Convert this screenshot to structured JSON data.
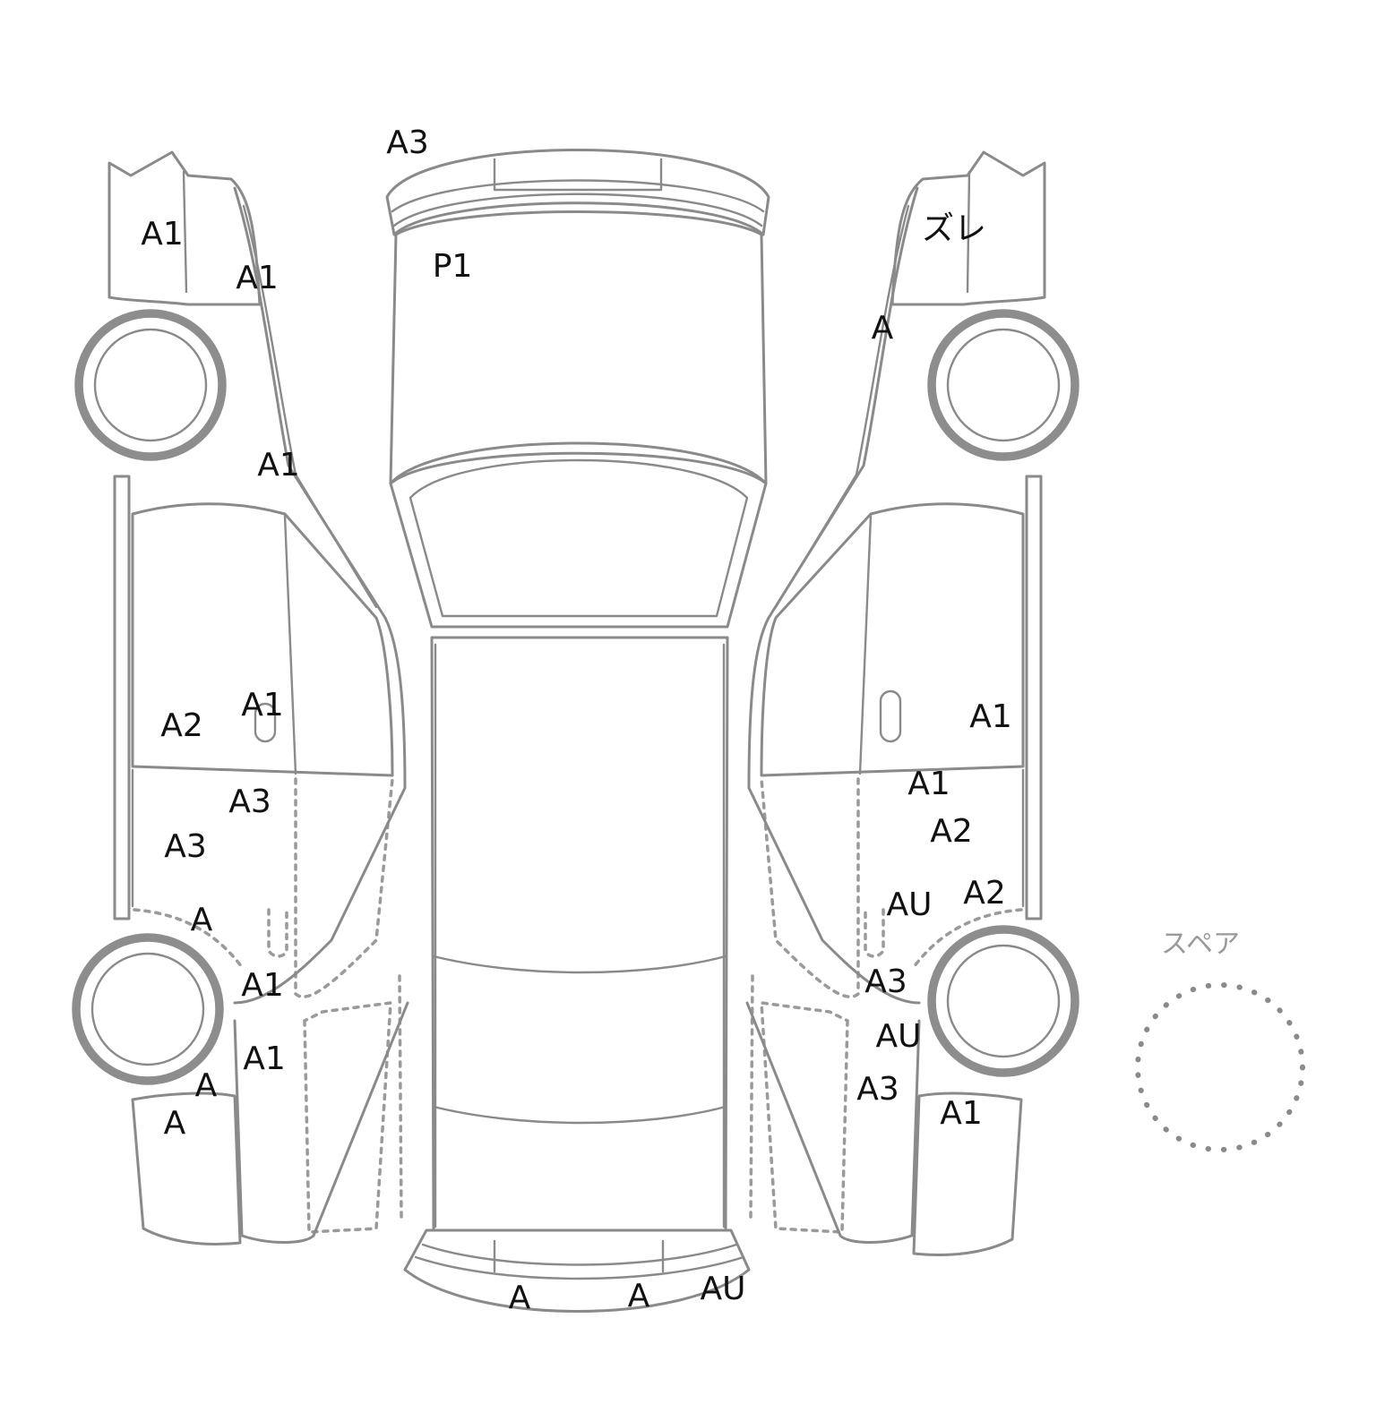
{
  "diagram": {
    "spare_label": "スペア",
    "labels": {
      "front_bumper": "A3",
      "hood": "P1",
      "left_front_corner": "A1",
      "left_front_fender": "A1",
      "left_a_pillar": "A1",
      "left_front_door": "A2",
      "left_front_door_handle": "A1",
      "left_rear_door_upper": "A3",
      "left_rear_door_lower": "A3",
      "left_rocker": "A",
      "left_rear_arch": "A1",
      "left_quarter": "A1",
      "left_rear_corner_upper": "A",
      "left_rear_corner_lower": "A",
      "right_front_corner": "ズレ",
      "right_front_fender": "A",
      "right_front_door": "A1",
      "right_rear_door_upper": "A1",
      "right_rear_door_mid": "A2",
      "right_rocker_front": "AU",
      "right_rocker_rear": "A2",
      "right_rear_arch_upper": "A3",
      "right_rear_arch_mid": "AU",
      "right_rear_arch_lower": "A3",
      "right_rear_corner": "A1",
      "rear_bumper_left": "A",
      "rear_bumper_center": "A",
      "rear_bumper_right": "AU"
    }
  }
}
